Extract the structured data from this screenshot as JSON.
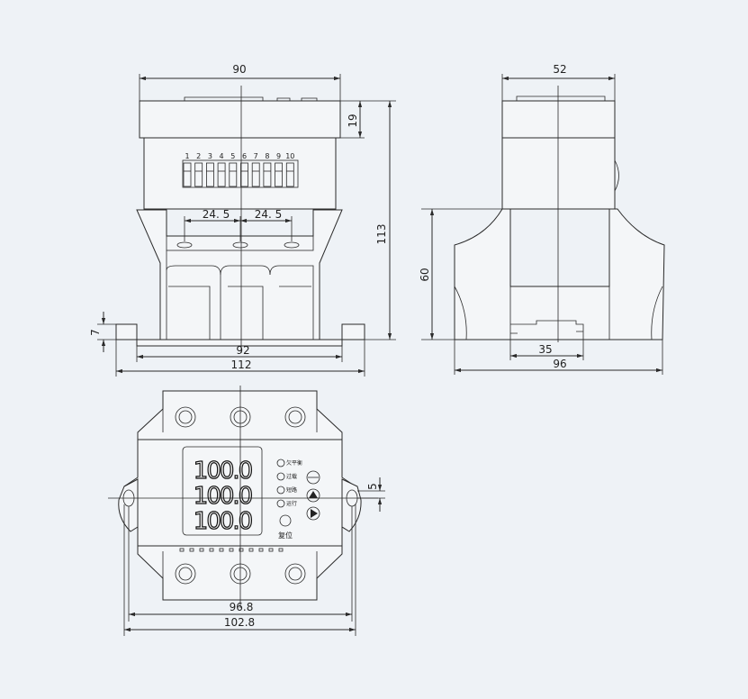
{
  "front_view": {
    "dim_width_top": "90",
    "dim_height_top": "19",
    "dim_height_total": "113",
    "dim_hole_spacing_left": "24. 5",
    "dim_hole_spacing_right": "24. 5",
    "dim_foot_thickness": "7",
    "dim_base_width": "92",
    "dim_overall_width": "112",
    "terminal_numbers": [
      "1",
      "2",
      "3",
      "4",
      "5",
      "6",
      "7",
      "8",
      "9",
      "10"
    ]
  },
  "side_view": {
    "dim_width_top": "52",
    "dim_height": "60",
    "dim_slot": "35",
    "dim_overall_width": "96"
  },
  "top_view": {
    "display_values": [
      "100.0",
      "100.0",
      "100.0"
    ],
    "indicator_labels": [
      "欠平衡",
      "过载",
      "短路",
      "运行"
    ],
    "reset_label": "复位",
    "dim_mount_offset": "5",
    "dim_mount_spacing": "96.8",
    "dim_overall_width": "102.8"
  }
}
